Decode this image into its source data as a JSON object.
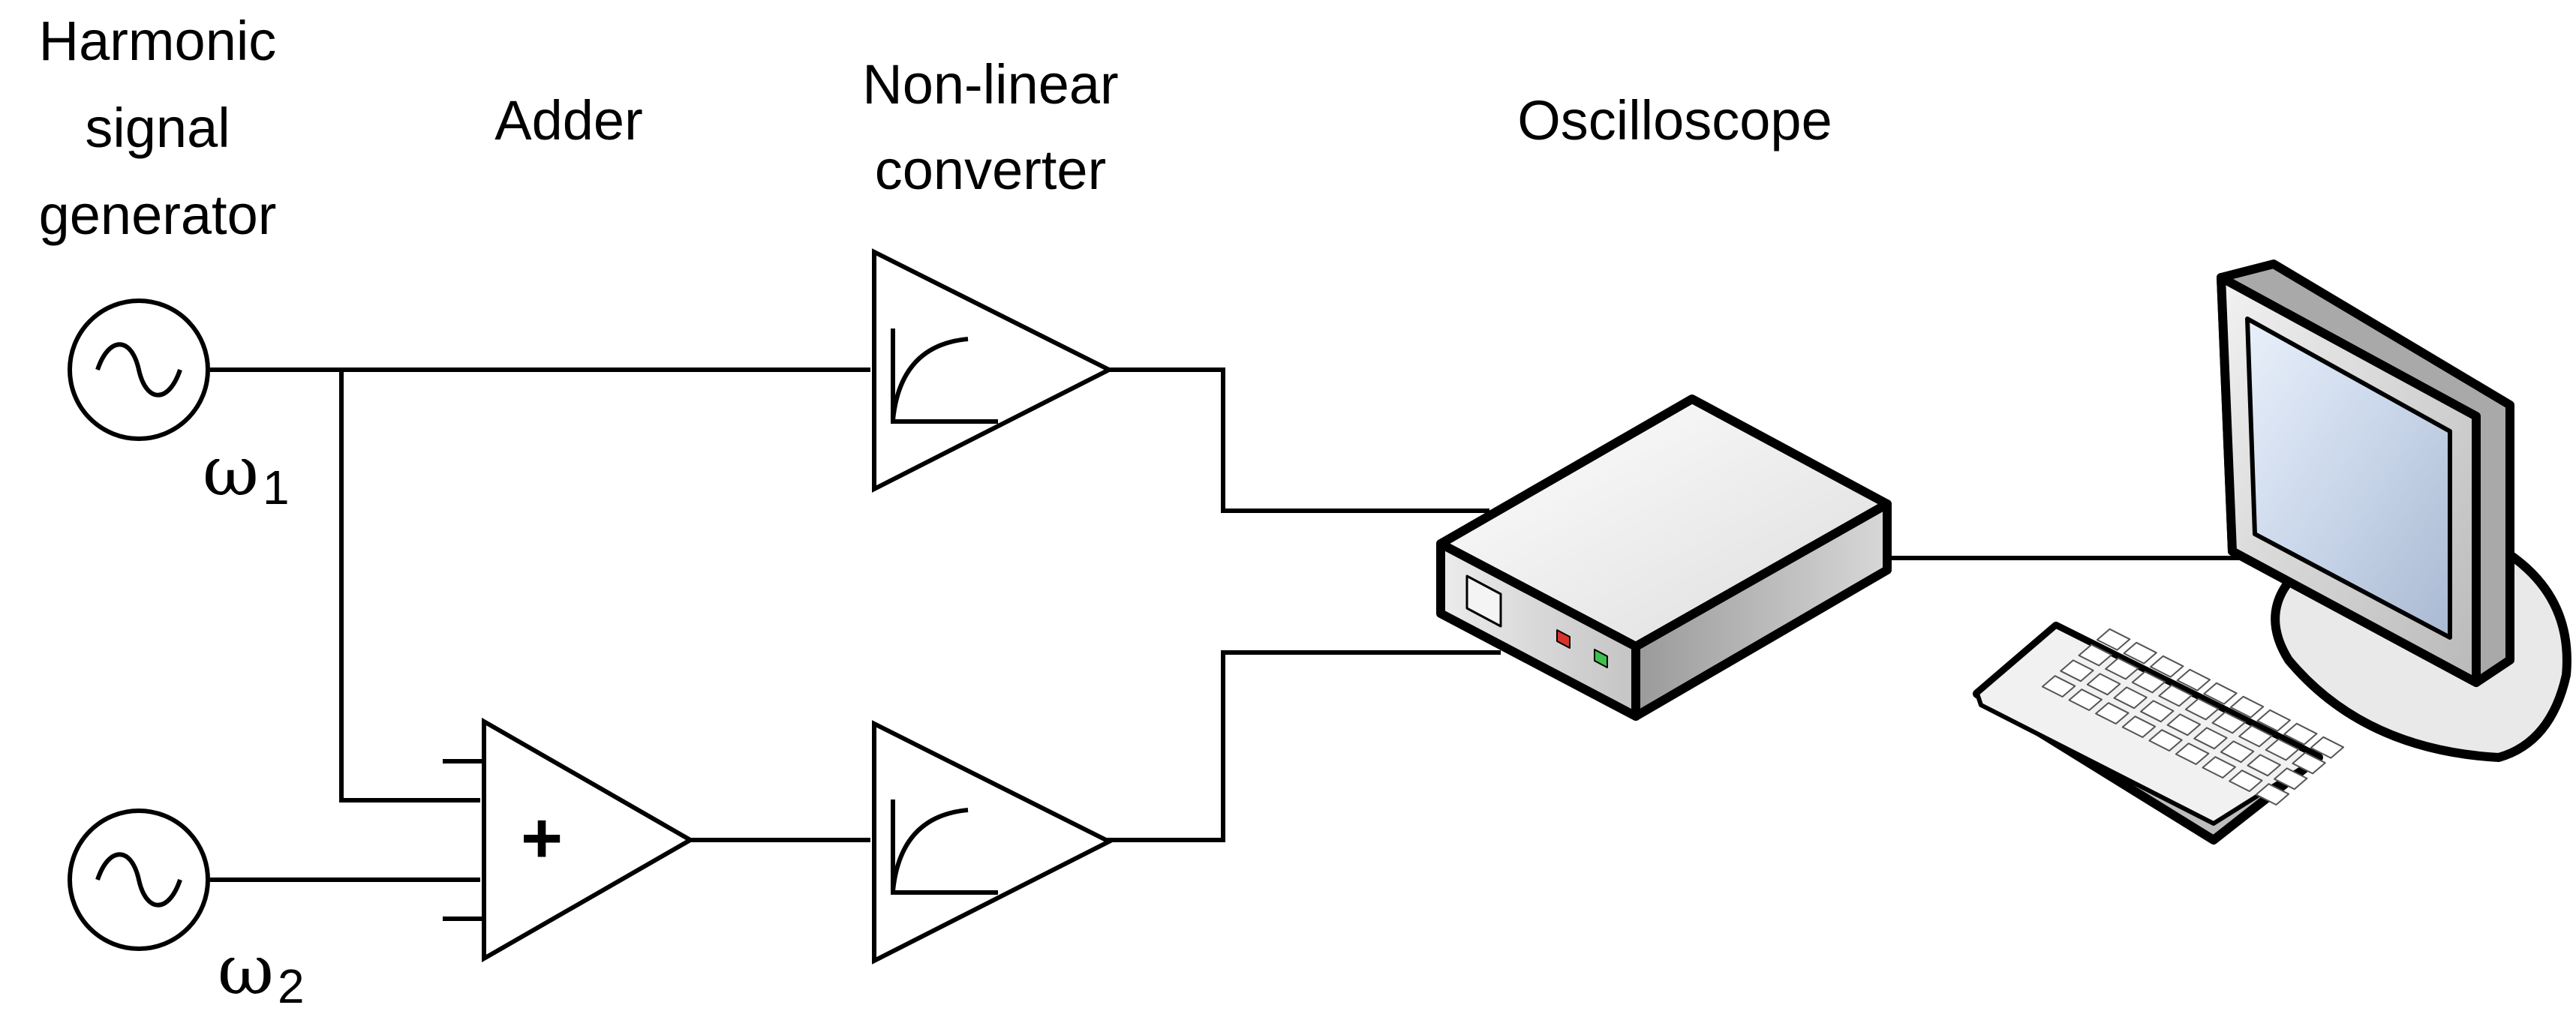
{
  "labels": {
    "generator": [
      "Harmonic",
      "signal",
      "generator"
    ],
    "adder": "Adder",
    "converter": [
      "Non-linear",
      "converter"
    ],
    "oscilloscope": "Oscilloscope"
  },
  "sources": [
    {
      "symbol": "ω",
      "subscript": "1"
    },
    {
      "symbol": "ω",
      "subscript": "2"
    }
  ],
  "adder_symbol": "+"
}
